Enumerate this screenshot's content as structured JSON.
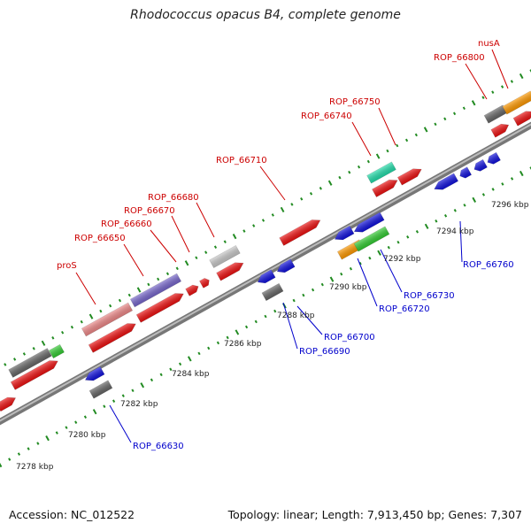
{
  "title": "Rhodococcus opacus B4, complete genome",
  "footer": {
    "accession": "Accession: NC_012522",
    "summary": "Topology: linear; Length: 7,913,450 bp; Genes: 7,307"
  },
  "colors": {
    "backbone": "#8a8a8a",
    "dots_upper": "#228b22",
    "dots_lower": "#228b22",
    "label_forward": "#cc0000",
    "label_reverse": "#0000cc",
    "red": "#ee1111",
    "blue": "#1111dd",
    "dark_gray": "#666666",
    "light_gray": "#c8c8c8",
    "salmon": "#ee8888",
    "purple": "#7766cc",
    "green": "#33cc33",
    "teal": "#22ddaa",
    "orange": "#ff9900"
  },
  "kbp_labels": [
    "7278 kbp",
    "7280 kbp",
    "7282 kbp",
    "7284 kbp",
    "7286 kbp",
    "7288 kbp",
    "7290 kbp",
    "7292 kbp",
    "7294 kbp",
    "7296 kbp"
  ],
  "forward_labels": [
    "proS",
    "ROP_66650",
    "ROP_66660",
    "ROP_66670",
    "ROP_66680",
    "ROP_66710",
    "ROP_66740",
    "ROP_66750",
    "ROP_66800",
    "nusA"
  ],
  "reverse_labels": [
    "ROP_66630",
    "ROP_66690",
    "ROP_66700",
    "ROP_66720",
    "ROP_66730",
    "ROP_66760"
  ]
}
